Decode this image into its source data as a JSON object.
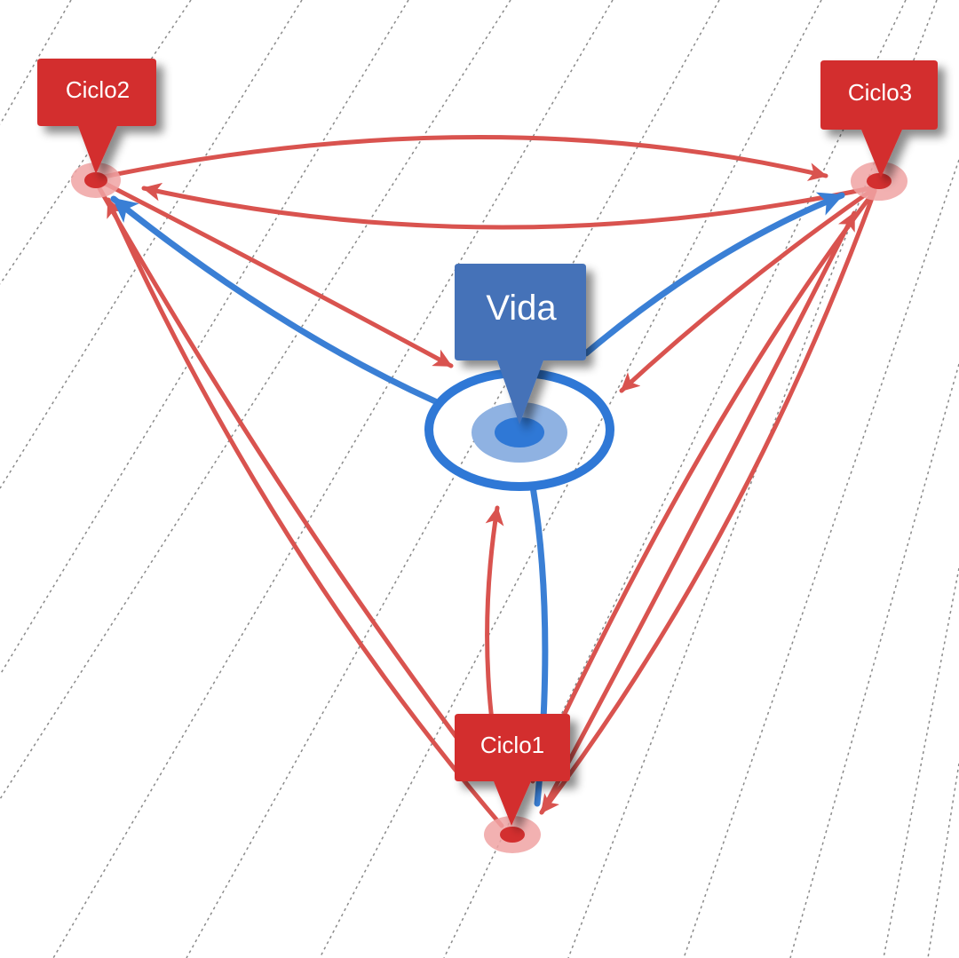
{
  "map": {
    "markers": {
      "vida": {
        "label": "Vida",
        "color": "#4472b8"
      },
      "ciclo1": {
        "label": "Ciclo1",
        "color": "#d32f2f"
      },
      "ciclo2": {
        "label": "Ciclo2",
        "color": "#d32f2f"
      },
      "ciclo3": {
        "label": "Ciclo3",
        "color": "#d32f2f"
      }
    },
    "colors": {
      "red_route": "#d9534f",
      "blue_route": "#3a7fd5",
      "grid_line": "#8a8a8a",
      "background": "#ffffff"
    }
  }
}
